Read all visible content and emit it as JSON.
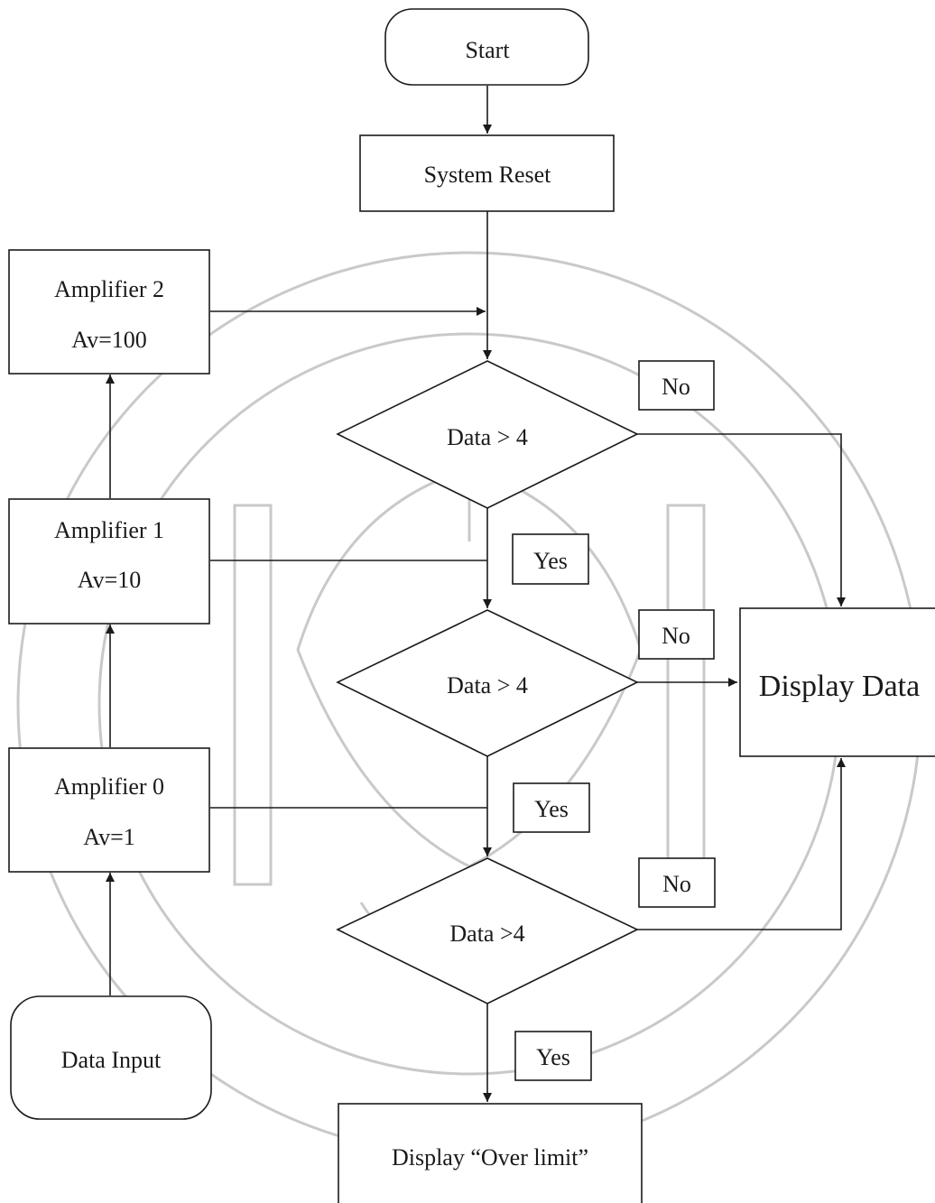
{
  "flowchart": {
    "start": "Start",
    "reset": "System Reset",
    "amp2_name": "Amplifier 2",
    "amp2_gain": "Av=100",
    "amp1_name": "Amplifier 1",
    "amp1_gain": "Av=10",
    "amp0_name": "Amplifier 0",
    "amp0_gain": "Av=1",
    "input": "Data Input",
    "decision1": "Data > 4",
    "decision2": "Data > 4",
    "decision3": "Data >4",
    "no1": "No",
    "no2": "No",
    "no3": "No",
    "yes1": "Yes",
    "yes2": "Yes",
    "yes3": "Yes",
    "display_data": "Display Data",
    "display_over": "Display “Over limit”"
  },
  "watermark": {
    "description_icon": "university-seal-emblem",
    "color": "#cfcfcf"
  }
}
